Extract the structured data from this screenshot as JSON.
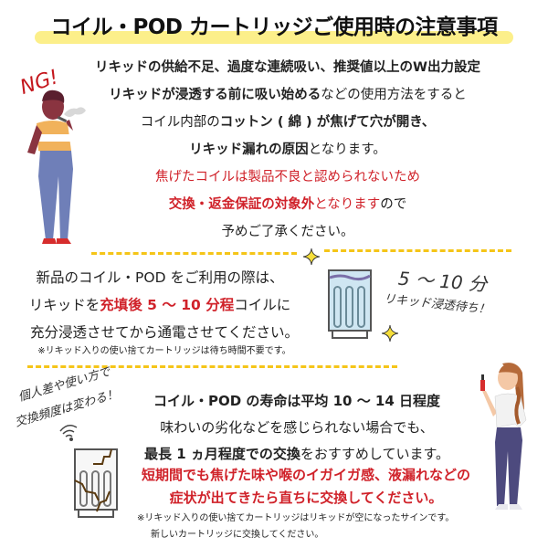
{
  "title": "コイル・POD カートリッジご使用時の注意事項",
  "colors": {
    "highlight": "#fcef8a",
    "accent_red": "#d0222a",
    "dash_yellow": "#f5c518",
    "text": "#222222"
  },
  "section1": {
    "ng_label": "NG!",
    "lines": [
      {
        "bold": "リキッドの供給不足、過度な連続吸い、推奨値以上のW出力設定",
        "normal": ""
      },
      {
        "bold": "リキッドが浸透する前に吸い始める",
        "normal": "などの使用方法をすると"
      },
      {
        "pre": "コイル内部の",
        "bold": "コットン ( 綿 ) が焦げて穴が開き、"
      },
      {
        "bold": "リキッド漏れの原因",
        "normal": "となります。"
      }
    ],
    "red_line": "焦げたコイルは製品不良と認められないため",
    "red_bold": "交換・返金保証の対象外",
    "red_normal": "となります",
    "black_tail": "ので",
    "last_line": "予めご了承ください。"
  },
  "section2": {
    "line1": "新品のコイル・POD をご利用の際は、",
    "line2_pre": "リキッドを",
    "line2_red": "充填後 5 ～ 10 分程",
    "line2_post": "コイルに",
    "line3": "充分浸透させてから通電させてください。",
    "note": "※リキッド入りの使い捨てカートリッジは待ち時間不要です。",
    "hand_big": "5 ～ 10 分",
    "hand_small": "リキッド浸透待ち！"
  },
  "section3": {
    "hand_line1": "個人差や使い方で",
    "hand_line2": "交換頻度は変わる！",
    "line1": "コイル・POD の寿命は平均 10 ～ 14 日程度",
    "line2": "味わいの劣化などを感じられない場合でも、",
    "line3_bold": "最長 1 ヵ月程度での交換",
    "line3_normal": "をおすすめしています。",
    "red1": "短期間でも焦げた味や喉のイガイガ感、液漏れなどの",
    "red2": "症状が出てきたら直ちに交換してください。",
    "note1": "※リキッド入りの使い捨てカートリッジはリキッドが空になったサインです。",
    "note2": "新しいカートリッジに交換してください。"
  }
}
